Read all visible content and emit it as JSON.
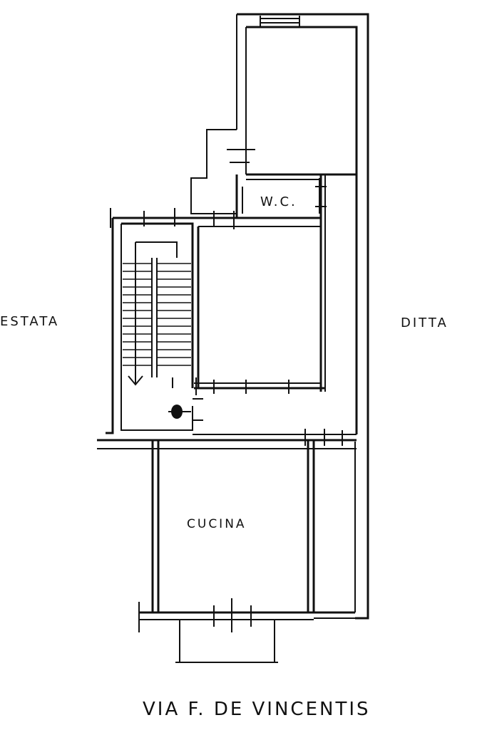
{
  "labels": {
    "left_neighbor": "ESTATA",
    "right_neighbor": "DITTA",
    "wc": "W.C.",
    "kitchen": "CUCINA",
    "street": "VIA  F.  DE VINCENTIS"
  },
  "colors": {
    "ink": "#111111",
    "paper": "#ffffff"
  },
  "icons": {
    "stair_arrow": "arrow-down-icon",
    "gas_meter": "meter-icon"
  }
}
